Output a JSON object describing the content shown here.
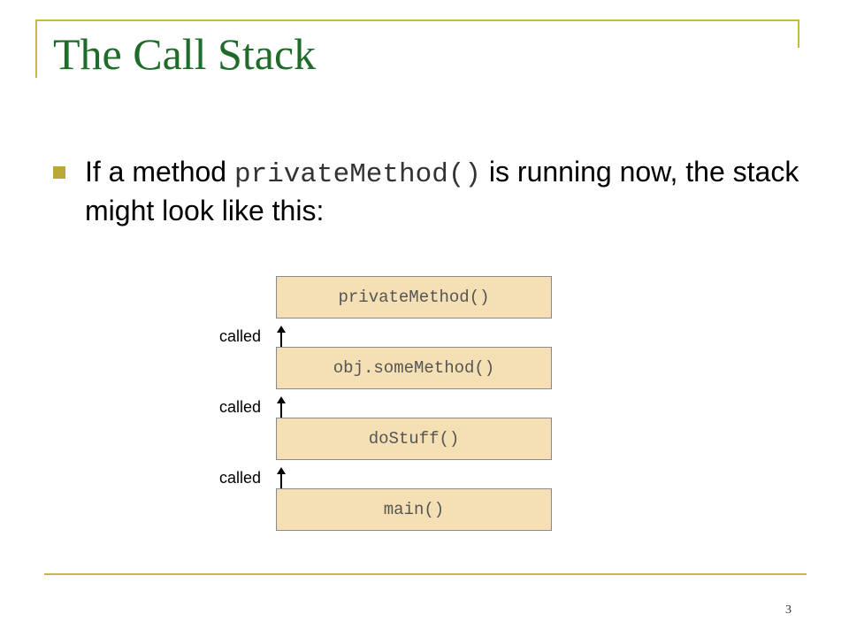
{
  "slide": {
    "title": "The Call Stack",
    "bullet": {
      "before": "If a method ",
      "code": "privateMethod()",
      "after": " is running now, the stack might look like this:"
    },
    "stack": {
      "frames": [
        "privateMethod()",
        "obj.someMethod()",
        "doStuff()",
        "main()"
      ],
      "arrow_label": "called"
    },
    "page_number": "3"
  },
  "colors": {
    "title": "#1f6b2a",
    "accent": "#c8b84a",
    "bullet": "#b9a93a",
    "frame_fill": "#f4e0b4"
  }
}
